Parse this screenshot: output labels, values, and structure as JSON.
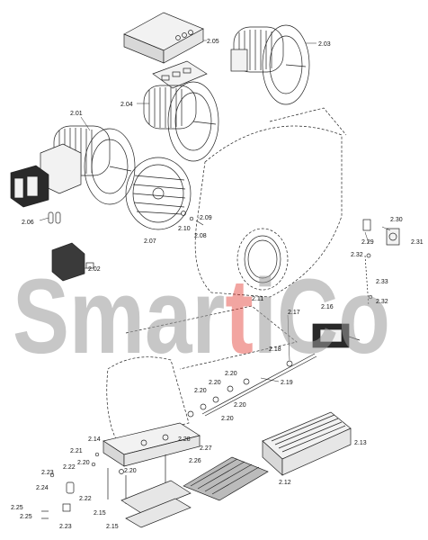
{
  "watermark": {
    "text_before": "Smar",
    "text_highlight": "t",
    "text_after": "iCo",
    "color": "#9a9a9a",
    "highlight_color": "#e0322a"
  },
  "callouts": {
    "c2_05": "2.05",
    "c2_03": "2.03",
    "c2_04": "2.04",
    "c2_01": "2.01",
    "c2_06": "2.06",
    "c2_09": "2.09",
    "c2_10": "2.10",
    "c2_08": "2.08",
    "c2_07": "2.07",
    "c2_02": "2.02",
    "c2_30": "2.30",
    "c2_31": "2.31",
    "c2_29": "2.29",
    "c2_32a": "2.32",
    "c2_33": "2.33",
    "c2_32b": "2.32",
    "c2_11": "2.11",
    "c2_17": "2.17",
    "c2_16": "2.16",
    "c2_18": "2.18",
    "c2_19": "2.19",
    "c2_20a": "2.20",
    "c2_20b": "2.20",
    "c2_20c": "2.20",
    "c2_20d": "2.20",
    "c2_20e": "2.20",
    "c2_20f": "2.20",
    "c2_20g": "2.20",
    "c2_14": "2.14",
    "c2_28": "2.28",
    "c2_27": "2.27",
    "c2_26": "2.26",
    "c2_21": "2.21",
    "c2_22a": "2.22",
    "c2_22b": "2.22",
    "c2_23a": "2.23",
    "c2_23b": "2.23",
    "c2_24": "2.24",
    "c2_25a": "2.25",
    "c2_25b": "2.25",
    "c2_13": "2.13",
    "c2_12": "2.12",
    "c2_15a": "2.15",
    "c2_15b": "2.15"
  }
}
